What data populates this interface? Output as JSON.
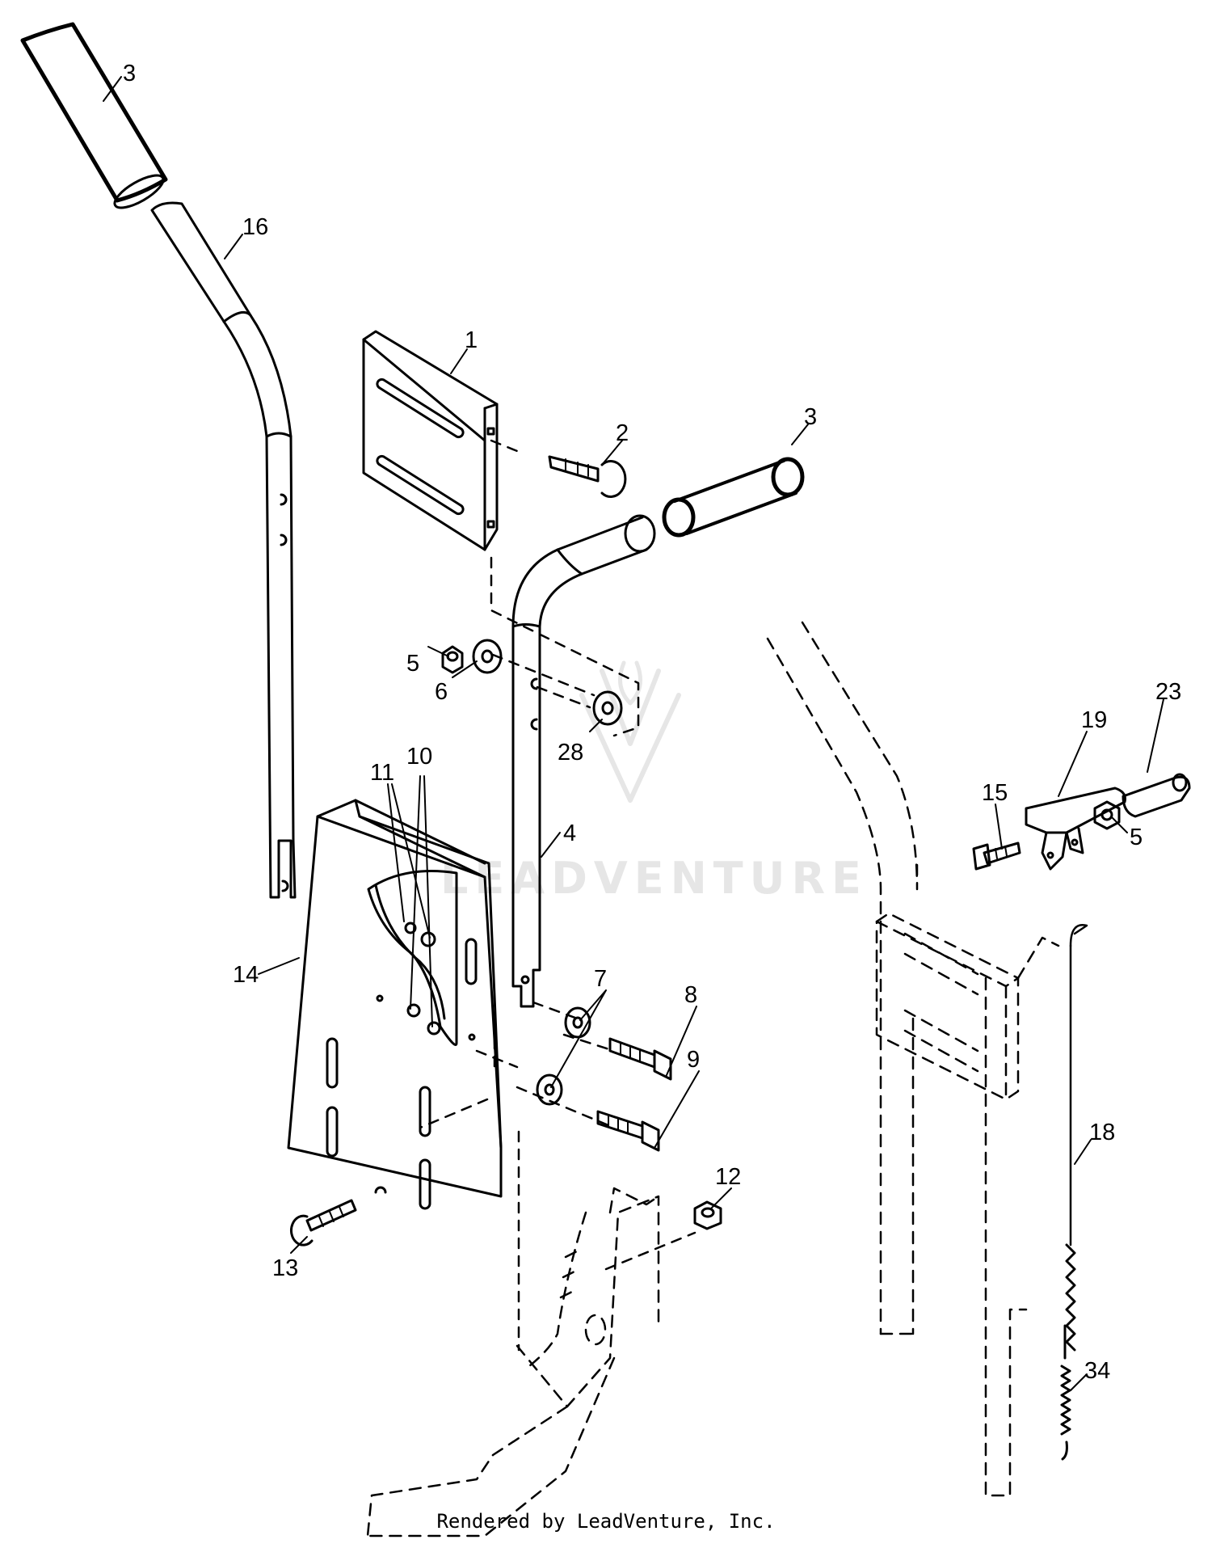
{
  "watermark": {
    "text": "LEADVENTURE"
  },
  "footer": {
    "text": "Rendered by LeadVenture, Inc."
  },
  "callouts": {
    "c3a": "3",
    "c16": "16",
    "c1": "1",
    "c2": "2",
    "c3b": "3",
    "c5a": "5",
    "c6": "6",
    "c28": "28",
    "c4": "4",
    "c11": "11",
    "c10": "10",
    "c14": "14",
    "c7": "7",
    "c8": "8",
    "c9": "9",
    "c12": "12",
    "c13": "13",
    "c23": "23",
    "c19": "19",
    "c15": "15",
    "c5b": "5",
    "c18": "18",
    "c34": "34"
  }
}
